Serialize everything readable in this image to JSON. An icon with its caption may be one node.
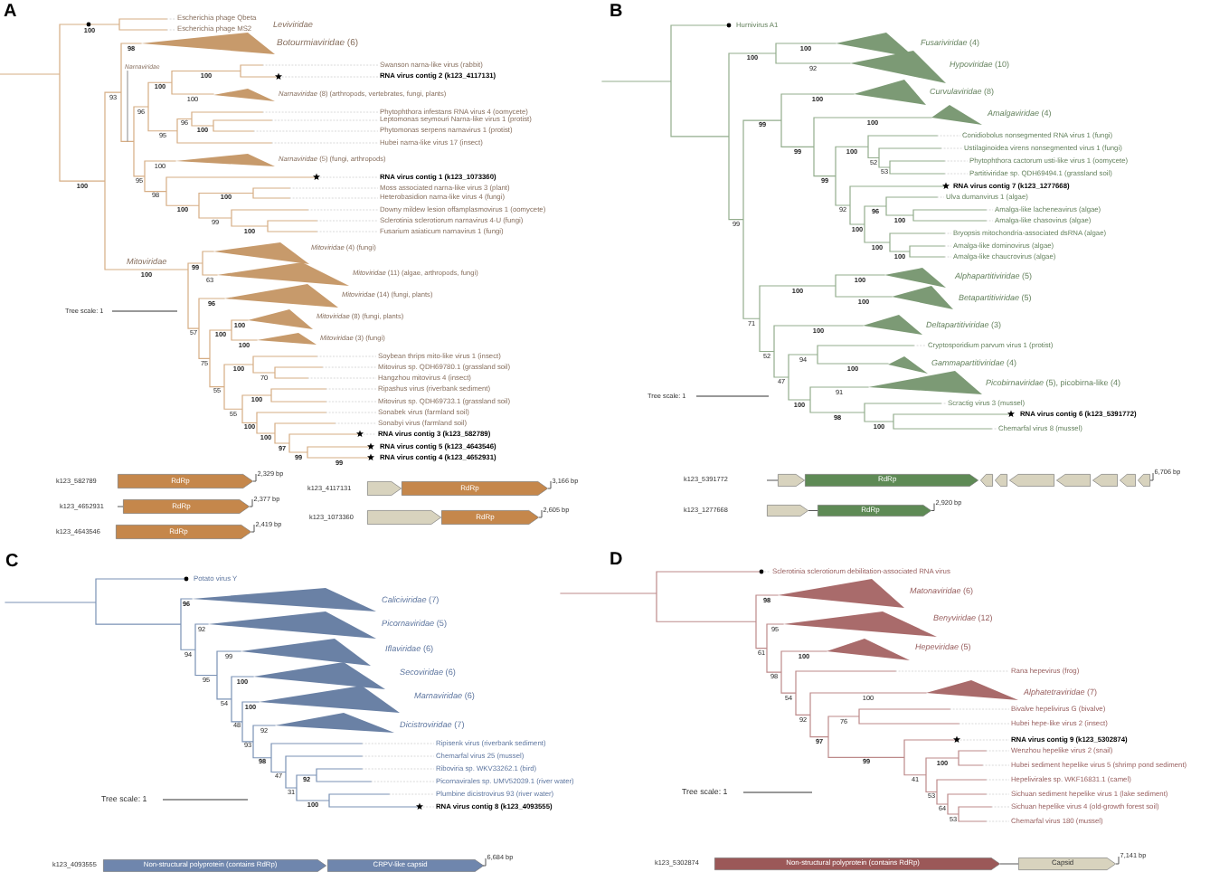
{
  "diagram": {
    "nodes": [
      {
        "text": [
          "*Botourmiaviridae* (6)"
        ]
      },
      {
        "text": [
          "Narnaviridae"
        ]
      },
      {
        "text": [
          "*Narnaviridae* (8) (arthropods, vertebrates, fungi, plants)"
        ]
      },
      {
        "text": [
          "*Narnaviridae* (5) (fungi, arthropods)"
        ]
      },
      {
        "text": [
          "*Mitoviridae* (4) (fungi)"
        ]
      },
      {
        "text": [
          "*Mitoviridae* (11) (algae, arthropods, fungi)"
        ]
      },
      {
        "text": [
          "*Mitoviridae* (14) (fungi, plants)"
        ]
      },
      {
        "text": [
          "*Mitoviridae* (8) (fungi, plants)"
        ]
      },
      {
        "text": [
          "*Mitoviridae* (3) (fungi)"
        ]
      },
      {
        "text": [
          "RdRp"
        ],
        "beside": [
          "2,329 bp"
        ]
      },
      {
        "text": [],
        "shape": "arrow"
      },
      {
        "text": [
          "RdRp"
        ],
        "beside": [
          "3,166 bp"
        ]
      },
      {
        "text": [
          "RdRp"
        ],
        "beside": [
          "2,377 bp"
        ]
      },
      {
        "text": [],
        "shape": "arrow"
      },
      {
        "text": [
          "RdRp"
        ],
        "beside": [
          "2,605 bp"
        ]
      },
      {
        "text": [
          "RdRp"
        ],
        "beside": [
          "2,419 bp"
        ]
      },
      {
        "text": [
          "*Fusariviridae* (4)"
        ]
      },
      {
        "text": [
          "*Hypoviridae* (10)"
        ]
      },
      {
        "text": [
          "*Curvulaviridae* (8)"
        ]
      },
      {
        "text": [
          "*Amalgaviridae* (4)"
        ]
      },
      {
        "text": [
          "*Alphapartitiviridae* (5)"
        ]
      },
      {
        "text": [
          "*Betapartitiviridae* (5)"
        ]
      },
      {
        "text": [
          "*Deltapartitiviridae* (3)"
        ]
      },
      {
        "text": [
          "*Gammapartitiviridae* (4)"
        ]
      },
      {
        "text": [
          "*Picobirnaviridae* (5), picobirna-like (4)"
        ]
      },
      {
        "text": [],
        "shape": "arrow"
      },
      {
        "text": [
          "RdRp"
        ]
      },
      {
        "text": [],
        "shape": "arrow"
      },
      {
        "text": [],
        "shape": "arrow"
      },
      {
        "text": [],
        "shape": "arrow"
      },
      {
        "text": [],
        "shape": "arrow"
      },
      {
        "text": [],
        "shape": "arrow"
      },
      {
        "text": [],
        "shape": "arrow"
      },
      {
        "text": [],
        "shape": "arrow",
        "beside": [
          "6,706 bp"
        ]
      },
      {
        "text": [],
        "shape": "arrow"
      },
      {
        "text": [
          "RdRp"
        ],
        "beside": [
          "2,920 bp"
        ]
      },
      {
        "text": [
          "*Caliciviridae* (7)"
        ]
      },
      {
        "text": [
          "*Picornaviridae* (5)"
        ]
      },
      {
        "text": [
          "*Iflaviridae* (6)"
        ]
      },
      {
        "text": [
          "*Secoviridae* (6)"
        ]
      },
      {
        "text": [
          "*Marnaviridae* (6)"
        ]
      },
      {
        "text": [
          "*Dicistroviridae* (7)"
        ]
      },
      {
        "text": [
          "Non-structural polyprotein (contains RdRp)"
        ]
      },
      {
        "text": [
          "CRPV-like capsid"
        ],
        "beside": [
          "6,684 bp"
        ]
      },
      {
        "text": [
          "*Matonaviridae* (6)"
        ]
      },
      {
        "text": [
          "*Benyviridae* (12)"
        ]
      },
      {
        "text": [
          "*Hepeviridae* (5)"
        ]
      },
      {
        "text": [
          "*Alphatetraviridae* (7)"
        ]
      },
      {
        "text": [
          "Non-structural polyprotein (contains RdRp)"
        ]
      },
      {
        "text": [
          "Capsid"
        ],
        "beside": [
          "7,141 bp"
        ]
      }
    ],
    "edges": [
      {
        "from": 1,
        "to": null,
        "arrow": "none"
      },
      {
        "from": 34,
        "to": 35,
        "arrow": "none"
      },
      {
        "from": 48,
        "to": 49,
        "arrow": "none"
      }
    ],
    "labels": [
      "A",
      "Escherichia phage Qbeta",
      "Leviviridae",
      "Escherichia phage MS2",
      "100",
      "98",
      "Swanson narna-like virus (rabbit)",
      "RNA virus contig 2 (k123_4117131)",
      "100",
      "100",
      "100",
      "Phytophthora infestans RNA virus 4 (oomycete)",
      "95",
      "Leptomonas seymouri Narna-like virus 1 (protist)",
      "96",
      "Phytomonas serpens narnavirus 1 (protist)",
      "96",
      "100",
      "Hubei narna-like virus 17 (insect)",
      "95",
      "100",
      "RNA virus contig 1 (k123_1073360)",
      "98",
      "Moss associated narna-like virus 3 (plant)",
      "100",
      "Heterobasidion narna-like virus 4 (fungi)",
      "100",
      "93",
      "Downy mildew lesion offamplasmovirus 1 (oomycete)",
      "99",
      "Sclerotinia sclerotiorum narnavirus 4-U (fungi)",
      "100",
      "Fusarium asiaticum narnavirus 1 (fungi)",
      "100",
      "99",
      "Mitoviridae",
      "63",
      "100",
      "57",
      "96",
      "Tree scale: 1",
      "75",
      "100",
      "100",
      "100",
      "Soybean thrips mito-like virus 1 (insect)",
      "Mitovirus sp. QDH69780.1 (grassland soil)",
      "100",
      "Hangzhou mitovirus 4 (insect)",
      "70",
      "55",
      "Ripashus virus (riverbank sediment)",
      "100",
      "Mitovirus sp. QDH69733.1 (grassland soil)",
      "55",
      "Sonabek virus (farmland soil)",
      "100",
      "Sonabyi virus (farmland soil)",
      "100",
      "RNA virus contig 3 (k123_582789)",
      "97",
      "RNA virus contig 5 (k123_4643546)",
      "99",
      "99",
      "RNA virus contig 4 (k123_4652931)",
      "k123_582789",
      "k123_4117131",
      "k123_4652931",
      "k123_1073360",
      "k123_4643546",
      "B",
      "Hurnivirus A1",
      "100",
      "100",
      "92",
      "100",
      "100",
      "99",
      "Conidiobolus nonsegmented RNA virus 1 (fungi)",
      "Ustilaginoidea virens nonsegmented virus 1 (fungi)",
      "100",
      "99",
      "52",
      "Phytophthora cactorum usti-like virus 1 (oomycete)",
      "53",
      "Partitiviridae sp. QDH69494.1 (grassland soil)",
      "99",
      "RNA virus contig 7 (k123_1277668)",
      "Ulva dumanvirus 1 (algae)",
      "92",
      "96",
      "Amalga-like lacheneavirus (algae)",
      "Amalga-like chasovirus (algae)",
      "100",
      "99",
      "100",
      "Bryopsis mitochondria-associated dsRNA (algae)",
      "100",
      "Amalga-like dominovirus (algae)",
      "100",
      "Amalga-like chaucrovirus (algae)",
      "100",
      "100",
      "100",
      "71",
      "100",
      "Cryptosporidium parvum virus 1 (protist)",
      "52",
      "94",
      "100",
      "47",
      "91",
      "Tree scale: 1",
      "Scractig virus 3 (mussel)",
      "100",
      "RNA virus contig 6 (k123_5391772)",
      "98",
      "100",
      "Chemarfal virus 8 (mussel)",
      "k123_5391772",
      "k123_1277668",
      "C",
      "Potato virus Y",
      "96",
      "92",
      "94",
      "99",
      "95",
      "100",
      "54",
      "100",
      "48",
      "92",
      "Ripisenk virus (riverbank sediment)",
      "93",
      "Chemarfal virus 25 (mussel)",
      "98",
      "Riboviria sp. WKV33262.1 (bird)",
      "47",
      "92",
      "Picornavirales sp. UMV52039.1 (river water)",
      "31",
      "Plumbine dicistrovirus 93 (river water)",
      "Tree scale: 1",
      "100",
      "RNA virus contig 8 (k123_4093555)",
      "k123_4093555",
      "D",
      "Sclerotinia sclerotiorum debilitation-associated RNA virus",
      "98",
      "95",
      "61",
      "100",
      "Rana hepevirus (frog)",
      "98",
      "100",
      "54",
      "Bivalve hepelivirus G (bivalve)",
      "76",
      "92",
      "Hubei hepe-like virus 2 (insect)",
      "97",
      "RNA virus contig 9 (k123_5302874)",
      "Wenzhou hepelike virus 2 (snail)",
      "99",
      "100",
      "Hubei sediment hepelike virus 5 (shrimp pond sediment)",
      "41",
      "Hepelivirales sp. WKF16831.1 (camel)",
      "Tree scale: 1",
      "53",
      "Sichuan sediment hepelike virus 1 (lake sediment)",
      "64",
      "Sichuan hepelike virus 4 (old-growth forest soil)",
      "53",
      "Chemarfal virus 180 (mussel)",
      "k123_5302874"
    ]
  }
}
